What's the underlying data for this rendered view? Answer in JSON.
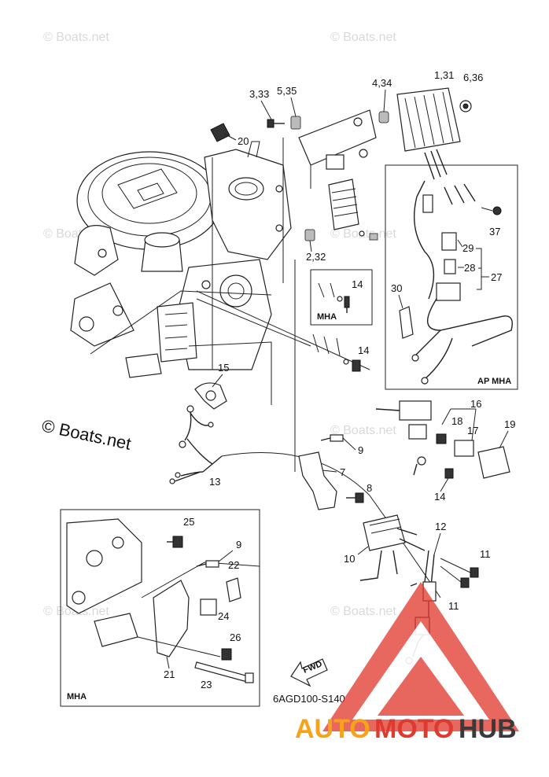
{
  "watermarks": {
    "small": "© Boats.net",
    "large": "© Boats.net"
  },
  "drawing_code": "6AGD100-S140",
  "fwd_label": "FWD",
  "brand": {
    "part1": "AUTO",
    "part2": "MOTO",
    "part3": "HUB",
    "color_orange": "#f7a21b",
    "color_red": "#e03a2e",
    "color_dark": "#3a3a3a"
  },
  "boxes": {
    "mha_small": "MHA",
    "ap_mha": "AP MHA",
    "mha_large": "MHA"
  },
  "callouts": {
    "c1_31": "1,31",
    "c6_36": "6,36",
    "c4_34": "4,34",
    "c5_35": "5,35",
    "c3_33": "3,33",
    "c20": "20",
    "c37": "37",
    "c29": "29",
    "c28": "28",
    "c27": "27",
    "c30": "30",
    "c2_32": "2,32",
    "c14a": "14",
    "c14b": "14",
    "c14c": "14",
    "c15": "15",
    "c16": "16",
    "c18": "18",
    "c17": "17",
    "c19": "19",
    "c9a": "9",
    "c7": "7",
    "c8": "8",
    "c13": "13",
    "c12": "12",
    "c10": "10",
    "c11a": "11",
    "c11b": "11",
    "c25": "25",
    "c9b": "9",
    "c22": "22",
    "c24": "24",
    "c26": "26",
    "c21": "21",
    "c23": "23"
  }
}
